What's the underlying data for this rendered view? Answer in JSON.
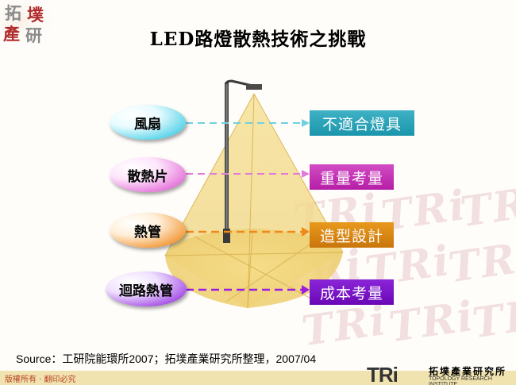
{
  "logo": {
    "chars": [
      "拓",
      "墣",
      "產",
      "研"
    ]
  },
  "title": "LED路燈散熱技術之挑戰",
  "methods": [
    {
      "label": "風扇"
    },
    {
      "label": "散熱片"
    },
    {
      "label": "熱管"
    },
    {
      "label": "迴路熱管"
    }
  ],
  "challenges": [
    {
      "label": "不適合燈具"
    },
    {
      "label": "重量考量"
    },
    {
      "label": "造型設計"
    },
    {
      "label": "成本考量"
    }
  ],
  "source": "Source：工研院能環所2007；拓墣產業研究所整理，2007/04",
  "footer": {
    "copyright": "版權所有 ‧ 翻印必究",
    "brand": "TRi",
    "brand_cn": "拓墣產業研究所",
    "brand_en": "TOPOLOGY RESEARCH INSTITUTE"
  },
  "watermark_text": "TRi",
  "colors": {
    "fan": "#1aa6b9",
    "heatsink": "#c51fb5",
    "heatpipe": "#d9740a",
    "loop": "#7a08c9",
    "light_cone": "#f4dc8a"
  }
}
